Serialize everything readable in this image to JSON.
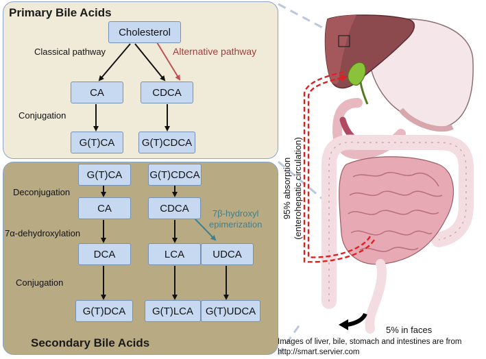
{
  "primary": {
    "title": "Primary Bile Acids",
    "nodes": {
      "cholesterol": "Cholesterol",
      "ca": "CA",
      "cdca": "CDCA",
      "gtca": "G(T)CA",
      "gtcdca": "G(T)CDCA"
    },
    "labels": {
      "classical": "Classical pathway",
      "alternative": "Alternative pathway",
      "conjugation": "Conjugation"
    }
  },
  "secondary": {
    "title": "Secondary Bile Acids",
    "nodes": {
      "gtca": "G(T)CA",
      "gtcdca": "G(T)CDCA",
      "ca": "CA",
      "cdca": "CDCA",
      "dca": "DCA",
      "lca": "LCA",
      "udca": "UDCA",
      "gtdca": "G(T)DCA",
      "gtlca": "G(T)LCA",
      "gtudca": "G(T)UDCA"
    },
    "labels": {
      "deconjugation": "Deconjugation",
      "dehydroxylation": "7α-dehydroxylation",
      "epimerization_1": "7β-hydroxyl",
      "epimerization_2": "epimerization",
      "conjugation": "Conjugation"
    }
  },
  "anatomy": {
    "absorption_1": "95% absorption",
    "absorption_2": "(enterohepatic  circulation)",
    "faeces": "5% in faces",
    "credit_1": "Images of liver, bile, stomach and intestines are from",
    "credit_2": "http://smart.servier.com"
  },
  "colors": {
    "node_fill": "#c7d9f1",
    "primary_panel": "#f0ead8",
    "secondary_panel": "#b8ab83",
    "alternative_arrow": "#c0504d",
    "epimerization_arrow": "#3f7f8f",
    "circulation_arrow": "#e02020"
  }
}
